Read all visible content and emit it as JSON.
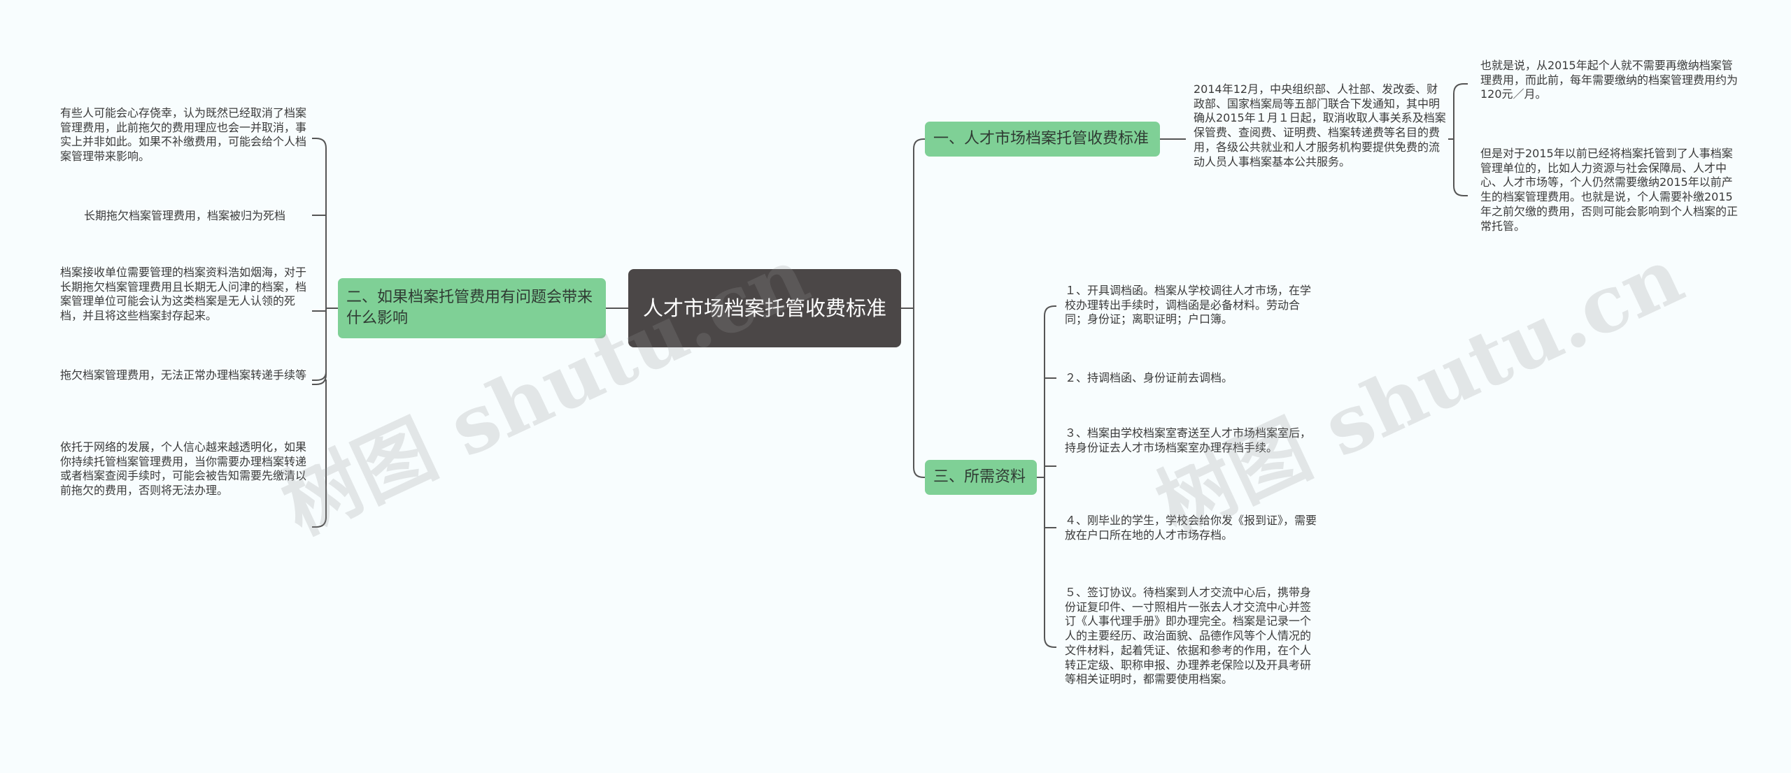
{
  "root": {
    "title": "人才市场档案托管收费标准"
  },
  "branches": {
    "b1": {
      "label": "一、人才市场档案托管收费标准",
      "text": "2014年12月，中央组织部、人社部、发改委、财政部、国家档案局等五部门联合下发通知，其中明确从2015年１月１日起，取消收取人事关系及档案保管费、查阅费、证明费、档案转递费等名目的费用，各级公共就业和人才服务机构要提供免费的流动人员人事档案基本公共服务。",
      "sub": [
        "也就是说，从2015年起个人就不需要再缴纳档案管理费用，而此前，每年需要缴纳的档案管理费用约为120元／月。",
        "但是对于2015年以前已经将档案托管到了人事档案管理单位的，比如人力资源与社会保障局、人才中心、人才市场等，个人仍然需要缴纳2015年以前产生的档案管理费用。也就是说，个人需要补缴2015年之前欠缴的费用，否则可能会影响到个人档案的正常托管。"
      ]
    },
    "b2": {
      "label": "二、如果档案托管费用有问题会带来什么影响",
      "items": [
        "有些人可能会心存侥幸，认为既然已经取消了档案管理费用，此前拖欠的费用理应也会一并取消，事实上并非如此。如果不补缴费用，可能会给个人档案管理带来影响。",
        "长期拖欠档案管理费用，档案被归为死档",
        "档案接收单位需要管理的档案资料浩如烟海，对于长期拖欠档案管理费用且长期无人问津的档案，档案管理单位可能会认为这类档案是无人认领的死档，并且将这些档案封存起来。",
        "拖欠档案管理费用，无法正常办理档案转递手续等",
        "依托于网络的发展，个人信心越来越透明化，如果你持续托管档案管理费用，当你需要办理档案转递或者档案查阅手续时，可能会被告知需要先缴清以前拖欠的费用，否则将无法办理。"
      ]
    },
    "b3": {
      "label": "三、所需资料",
      "items": [
        "１、开具调档函。档案从学校调往人才市场，在学校办理转出手续时，调档函是必备材料。劳动合同；身份证；离职证明；户口簿。",
        "２、持调档函、身份证前去调档。",
        "３、档案由学校档案室寄送至人才市场档案室后，持身份证去人才市场档案室办理存档手续。",
        "４、刚毕业的学生，学校会给你发《报到证》，需要放在户口所在地的人才市场存档。",
        "５、签订协议。待档案到人才交流中心后，携带身份证复印件、一寸照相片一张去人才交流中心并签订《人事代理手册》即办理完全。档案是记录一个人的主要经历、政治面貌、品德作风等个人情况的文件材料，起着凭证、依据和参考的作用，在个人转正定级、职称申报、办理养老保险以及开具考研等相关证明时，都需要使用档案。"
      ]
    }
  },
  "watermarks": [
    "树图 shutu.cn",
    "树图 shutu.cn"
  ],
  "colors": {
    "background": "#f8fdfe",
    "root": "#4b4747",
    "branch": "#7fd096",
    "line": "#555555"
  }
}
